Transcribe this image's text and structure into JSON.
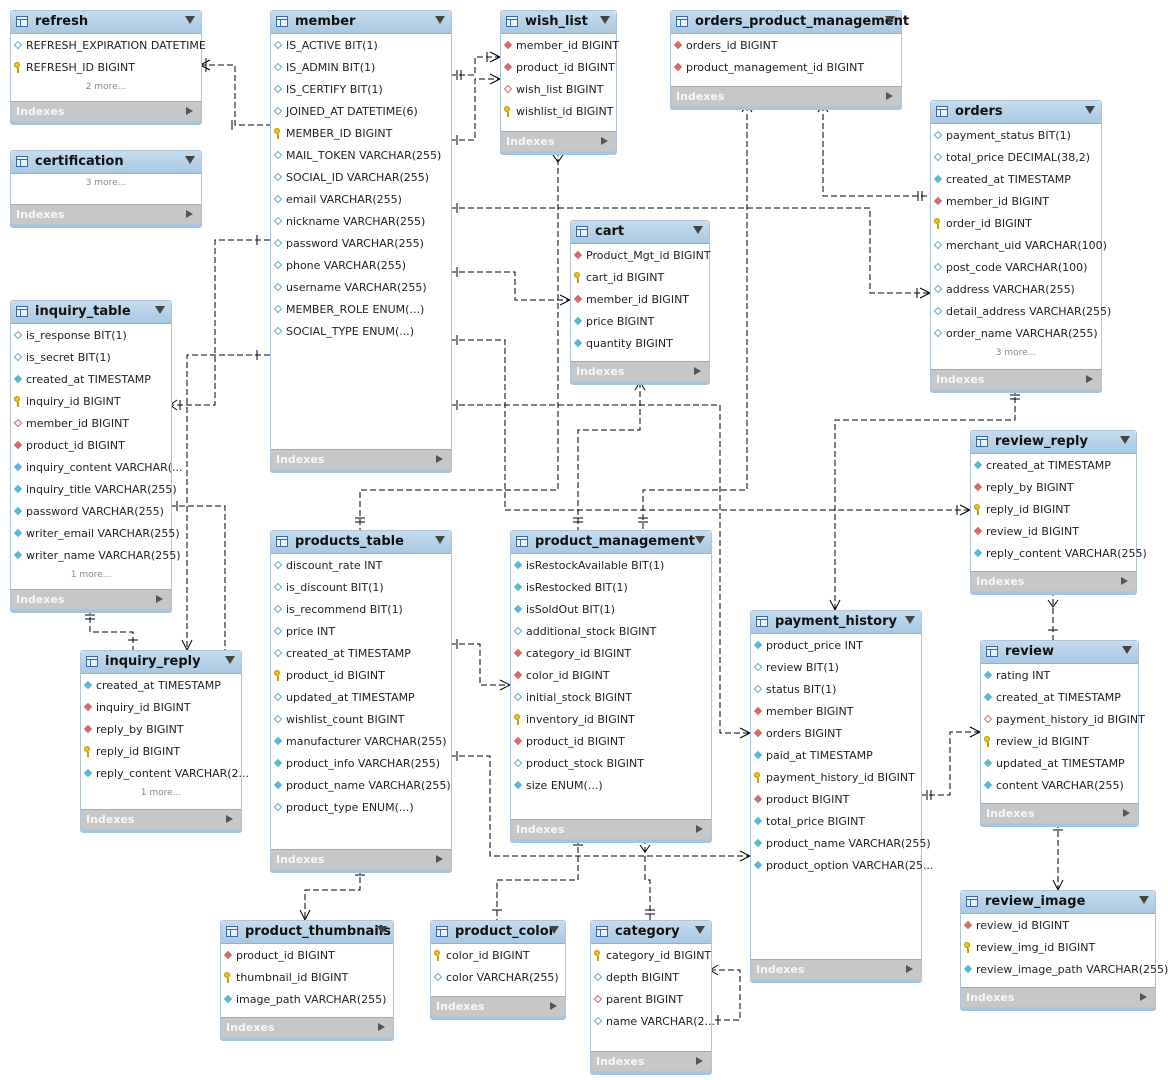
{
  "tables": [
    {
      "id": "refresh",
      "name": "refresh",
      "more": "2 more...",
      "index_label": "Indexes",
      "columns": [
        {
          "kind": "attr",
          "text": "REFRESH_EXPIRATION DATETIME"
        },
        {
          "kind": "pk",
          "text": "REFRESH_ID BIGINT"
        }
      ]
    },
    {
      "id": "certification",
      "name": "certification",
      "more": "3 more...",
      "index_label": "Indexes",
      "columns": []
    },
    {
      "id": "member",
      "name": "member",
      "more": "",
      "index_label": "Indexes",
      "columns": [
        {
          "kind": "attr",
          "text": "IS_ACTIVE BIT(1)"
        },
        {
          "kind": "attr",
          "text": "IS_ADMIN BIT(1)"
        },
        {
          "kind": "attr",
          "text": "IS_CERTIFY BIT(1)"
        },
        {
          "kind": "attr",
          "text": "JOINED_AT DATETIME(6)"
        },
        {
          "kind": "pk",
          "text": "MEMBER_ID BIGINT"
        },
        {
          "kind": "attr",
          "text": "MAIL_TOKEN VARCHAR(255)"
        },
        {
          "kind": "attr",
          "text": "SOCIAL_ID VARCHAR(255)"
        },
        {
          "kind": "attr",
          "text": "email VARCHAR(255)"
        },
        {
          "kind": "attr",
          "text": "nickname VARCHAR(255)"
        },
        {
          "kind": "attr",
          "text": "password VARCHAR(255)"
        },
        {
          "kind": "attr",
          "text": "phone VARCHAR(255)"
        },
        {
          "kind": "attr",
          "text": "username VARCHAR(255)"
        },
        {
          "kind": "attr",
          "text": "MEMBER_ROLE ENUM(...)"
        },
        {
          "kind": "attr",
          "text": "SOCIAL_TYPE ENUM(...)"
        }
      ]
    },
    {
      "id": "wish_list",
      "name": "wish_list",
      "more": "",
      "index_label": "Indexes",
      "columns": [
        {
          "kind": "fk",
          "text": "member_id BIGINT"
        },
        {
          "kind": "fk",
          "text": "product_id BIGINT"
        },
        {
          "kind": "nk",
          "text": "wish_list BIGINT"
        },
        {
          "kind": "pk",
          "text": "wishlist_id BIGINT"
        }
      ]
    },
    {
      "id": "orders_product_management",
      "name": "orders_product_management",
      "more": "",
      "index_label": "Indexes",
      "columns": [
        {
          "kind": "fk",
          "text": "orders_id BIGINT"
        },
        {
          "kind": "fk",
          "text": "product_management_id BIGINT"
        }
      ]
    },
    {
      "id": "orders",
      "name": "orders",
      "more": "3 more...",
      "index_label": "Indexes",
      "columns": [
        {
          "kind": "attr",
          "text": "payment_status BIT(1)"
        },
        {
          "kind": "attr",
          "text": "total_price DECIMAL(38,2)"
        },
        {
          "kind": "nn",
          "text": "created_at TIMESTAMP"
        },
        {
          "kind": "fk",
          "text": "member_id BIGINT"
        },
        {
          "kind": "pk",
          "text": "order_id BIGINT"
        },
        {
          "kind": "attr",
          "text": "merchant_uid VARCHAR(100)"
        },
        {
          "kind": "attr",
          "text": "post_code VARCHAR(100)"
        },
        {
          "kind": "attr",
          "text": "address VARCHAR(255)"
        },
        {
          "kind": "attr",
          "text": "detail_address VARCHAR(255)"
        },
        {
          "kind": "attr",
          "text": "order_name VARCHAR(255)"
        }
      ]
    },
    {
      "id": "cart",
      "name": "cart",
      "more": "",
      "index_label": "Indexes",
      "columns": [
        {
          "kind": "fk",
          "text": "Product_Mgt_id BIGINT"
        },
        {
          "kind": "pk",
          "text": "cart_id BIGINT"
        },
        {
          "kind": "fk",
          "text": "member_id BIGINT"
        },
        {
          "kind": "nn",
          "text": "price BIGINT"
        },
        {
          "kind": "nn",
          "text": "quantity BIGINT"
        }
      ]
    },
    {
      "id": "inquiry_table",
      "name": "inquiry_table",
      "more": "1 more...",
      "index_label": "Indexes",
      "columns": [
        {
          "kind": "attr",
          "text": "is_response BIT(1)"
        },
        {
          "kind": "attr",
          "text": "is_secret BIT(1)"
        },
        {
          "kind": "nn",
          "text": "created_at TIMESTAMP"
        },
        {
          "kind": "pk",
          "text": "inquiry_id BIGINT"
        },
        {
          "kind": "nk",
          "text": "member_id BIGINT"
        },
        {
          "kind": "fk",
          "text": "product_id BIGINT"
        },
        {
          "kind": "nn",
          "text": "inquiry_content VARCHAR(..."
        },
        {
          "kind": "nn",
          "text": "inquiry_title VARCHAR(255)"
        },
        {
          "kind": "nn",
          "text": "password VARCHAR(255)"
        },
        {
          "kind": "nn",
          "text": "writer_email VARCHAR(255)"
        },
        {
          "kind": "nn",
          "text": "writer_name VARCHAR(255)"
        }
      ]
    },
    {
      "id": "review_reply",
      "name": "review_reply",
      "more": "",
      "index_label": "Indexes",
      "columns": [
        {
          "kind": "nn",
          "text": "created_at TIMESTAMP"
        },
        {
          "kind": "fk",
          "text": "reply_by BIGINT"
        },
        {
          "kind": "pk",
          "text": "reply_id BIGINT"
        },
        {
          "kind": "fk",
          "text": "review_id BIGINT"
        },
        {
          "kind": "nn",
          "text": "reply_content VARCHAR(255)"
        }
      ]
    },
    {
      "id": "products_table",
      "name": "products_table",
      "more": "",
      "index_label": "Indexes",
      "columns": [
        {
          "kind": "attr",
          "text": "discount_rate INT"
        },
        {
          "kind": "attr",
          "text": "is_discount BIT(1)"
        },
        {
          "kind": "attr",
          "text": "is_recommend BIT(1)"
        },
        {
          "kind": "attr",
          "text": "price INT"
        },
        {
          "kind": "attr",
          "text": "created_at TIMESTAMP"
        },
        {
          "kind": "pk",
          "text": "product_id BIGINT"
        },
        {
          "kind": "attr",
          "text": "updated_at TIMESTAMP"
        },
        {
          "kind": "attr",
          "text": "wishlist_count BIGINT"
        },
        {
          "kind": "nn",
          "text": "manufacturer VARCHAR(255)"
        },
        {
          "kind": "nn",
          "text": "product_info VARCHAR(255)"
        },
        {
          "kind": "nn",
          "text": "product_name VARCHAR(255)"
        },
        {
          "kind": "attr",
          "text": "product_type ENUM(...)"
        }
      ]
    },
    {
      "id": "product_management",
      "name": "product_management",
      "more": "",
      "index_label": "Indexes",
      "columns": [
        {
          "kind": "nn",
          "text": "isRestockAvailable BIT(1)"
        },
        {
          "kind": "nn",
          "text": "isRestocked BIT(1)"
        },
        {
          "kind": "nn",
          "text": "isSoldOut BIT(1)"
        },
        {
          "kind": "attr",
          "text": "additional_stock BIGINT"
        },
        {
          "kind": "fk",
          "text": "category_id BIGINT"
        },
        {
          "kind": "fk",
          "text": "color_id BIGINT"
        },
        {
          "kind": "attr",
          "text": "initial_stock BIGINT"
        },
        {
          "kind": "pk",
          "text": "inventory_id BIGINT"
        },
        {
          "kind": "fk",
          "text": "product_id BIGINT"
        },
        {
          "kind": "attr",
          "text": "product_stock BIGINT"
        },
        {
          "kind": "nn",
          "text": "size ENUM(...)"
        }
      ]
    },
    {
      "id": "payment_history",
      "name": "payment_history",
      "more": "",
      "index_label": "Indexes",
      "columns": [
        {
          "kind": "nn",
          "text": "product_price INT"
        },
        {
          "kind": "attr",
          "text": "review BIT(1)"
        },
        {
          "kind": "attr",
          "text": "status BIT(1)"
        },
        {
          "kind": "fk",
          "text": "member BIGINT"
        },
        {
          "kind": "fk",
          "text": "orders BIGINT"
        },
        {
          "kind": "nn",
          "text": "paid_at TIMESTAMP"
        },
        {
          "kind": "pk",
          "text": "payment_history_id BIGINT"
        },
        {
          "kind": "fk",
          "text": "product BIGINT"
        },
        {
          "kind": "nn",
          "text": "total_price BIGINT"
        },
        {
          "kind": "nn",
          "text": "product_name VARCHAR(255)"
        },
        {
          "kind": "nn",
          "text": "product_option VARCHAR(25..."
        }
      ]
    },
    {
      "id": "review",
      "name": "review",
      "more": "",
      "index_label": "Indexes",
      "columns": [
        {
          "kind": "nn",
          "text": "rating INT"
        },
        {
          "kind": "nn",
          "text": "created_at TIMESTAMP"
        },
        {
          "kind": "nk",
          "text": "payment_history_id BIGINT"
        },
        {
          "kind": "pk",
          "text": "review_id BIGINT"
        },
        {
          "kind": "nn",
          "text": "updated_at TIMESTAMP"
        },
        {
          "kind": "nn",
          "text": "content VARCHAR(255)"
        }
      ]
    },
    {
      "id": "inquiry_reply",
      "name": "inquiry_reply",
      "more": "1 more...",
      "index_label": "Indexes",
      "columns": [
        {
          "kind": "nn",
          "text": "created_at TIMESTAMP"
        },
        {
          "kind": "fk",
          "text": "inquiry_id BIGINT"
        },
        {
          "kind": "fk",
          "text": "reply_by BIGINT"
        },
        {
          "kind": "pk",
          "text": "reply_id BIGINT"
        },
        {
          "kind": "nn",
          "text": "reply_content VARCHAR(2..."
        }
      ]
    },
    {
      "id": "product_thumbnails",
      "name": "product_thumbnails",
      "more": "",
      "index_label": "Indexes",
      "columns": [
        {
          "kind": "fk",
          "text": "product_id BIGINT"
        },
        {
          "kind": "pk",
          "text": "thumbnail_id BIGINT"
        },
        {
          "kind": "nn",
          "text": "image_path VARCHAR(255)"
        }
      ]
    },
    {
      "id": "product_color",
      "name": "product_color",
      "more": "",
      "index_label": "Indexes",
      "columns": [
        {
          "kind": "pk",
          "text": "color_id BIGINT"
        },
        {
          "kind": "attr",
          "text": "color VARCHAR(255)"
        }
      ]
    },
    {
      "id": "category",
      "name": "category",
      "more": "",
      "index_label": "Indexes",
      "columns": [
        {
          "kind": "pk",
          "text": "category_id BIGINT"
        },
        {
          "kind": "attr",
          "text": "depth BIGINT"
        },
        {
          "kind": "nk",
          "text": "parent BIGINT"
        },
        {
          "kind": "attr",
          "text": "name VARCHAR(2..."
        }
      ]
    },
    {
      "id": "review_image",
      "name": "review_image",
      "more": "",
      "index_label": "Indexes",
      "columns": [
        {
          "kind": "fk",
          "text": "review_id BIGINT"
        },
        {
          "kind": "pk",
          "text": "review_img_id BIGINT"
        },
        {
          "kind": "nn",
          "text": "review_image_path VARCHAR(255)"
        }
      ]
    }
  ]
}
